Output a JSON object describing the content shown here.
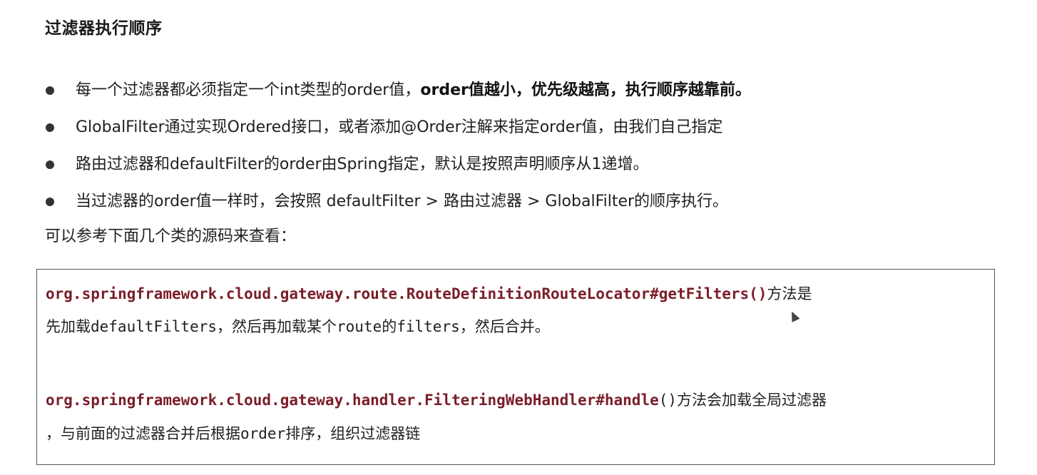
{
  "heading": "过滤器执行顺序",
  "bullets": [
    {
      "plain": "每一个过滤器都必须指定一个int类型的order值，",
      "bold": "order值越小，优先级越高，执行顺序越靠前。"
    },
    {
      "plain": "GlobalFilter通过实现Ordered接口，或者添加@Order注解来指定order值，由我们自己指定",
      "bold": ""
    },
    {
      "plain": "路由过滤器和defaultFilter的order由Spring指定，默认是按照声明顺序从1递增。",
      "bold": ""
    },
    {
      "plain": "当过滤器的order值一样时，会按照 defaultFilter > 路由过滤器 > GlobalFilter的顺序执行。",
      "bold": ""
    }
  ],
  "reference_intro": "可以参考下面几个类的源码来查看：",
  "code_box": {
    "entry1": {
      "class_ref": "org.springframework.cloud.gateway.route.RouteDefinitionRouteLocator#getFilters()",
      "suffix": "方法是",
      "line2_a": "先加载",
      "line2_code_a": "defaultFilters",
      "line2_b": "，然后再加载某个",
      "line2_code_b": "route",
      "line2_c": "的",
      "line2_code_c": "filters",
      "line2_d": "，然后合并。"
    },
    "entry2": {
      "class_ref": "org.springframework.cloud.gateway.handler.FilteringWebHandler#handle",
      "paren": "()",
      "suffix": "方法会加载全局过滤器",
      "line2_a": "，与前面的过滤器合并后根据",
      "line2_code": "order",
      "line2_b": "排序，组织过滤器链"
    }
  }
}
